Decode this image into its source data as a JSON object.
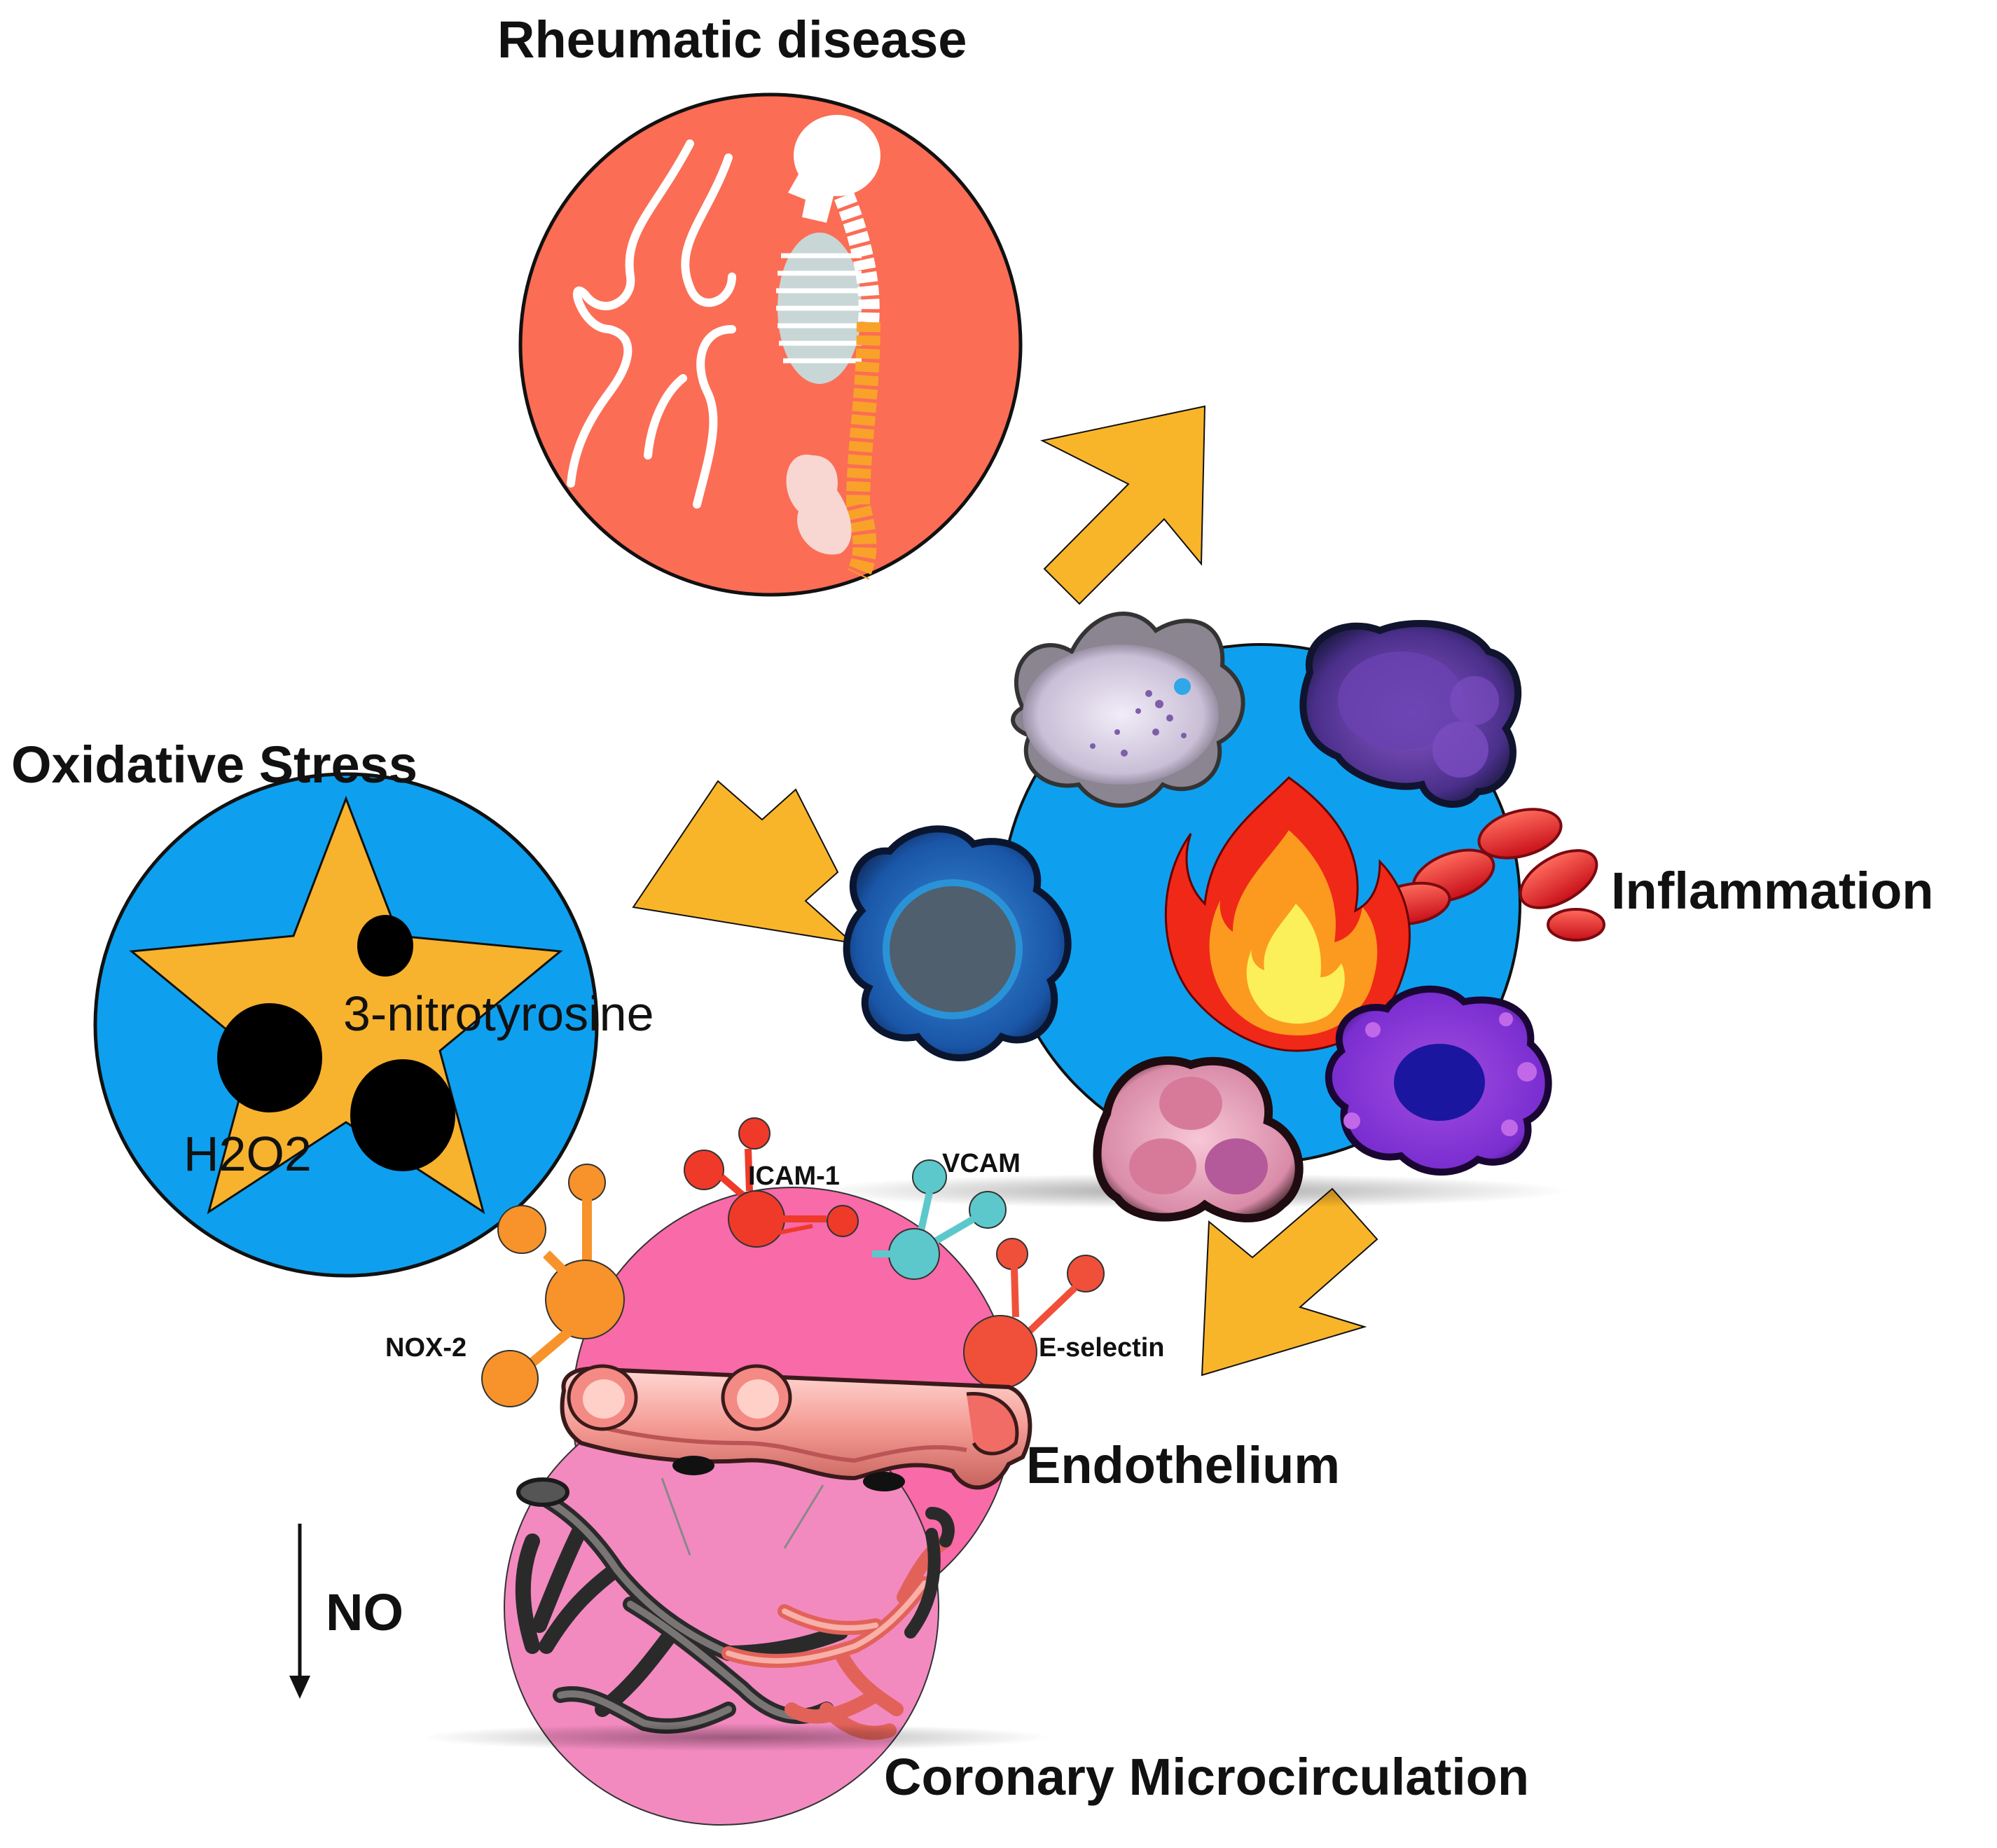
{
  "labels": {
    "rheumatic": "Rheumatic disease",
    "inflammation": "Inflammation",
    "oxidative": "Oxidative Stress",
    "nitrotyrosine": "3-nitrotyrosine",
    "h2o2": "H2O2",
    "icam": "ICAM-1",
    "vcam": "VCAM",
    "nox": "NOX-2",
    "eselectin": "E-selectin",
    "endothelium": "Endothelium",
    "no": "NO",
    "coronary": "Coronary Microcirculation"
  },
  "colors": {
    "rheumatic_circle": "#fb6d55",
    "blue_circle": "#0ea0ef",
    "star": "#f7b22e",
    "arrow": "#f9b52a",
    "pink_circle": "#f86aa8",
    "pink_circle_light": "#f28ac0",
    "nox": "#f7932a",
    "icam": "#ef3a2a",
    "vcam": "#5cc8cc",
    "eselectin": "#f0503a"
  },
  "icons": [
    "skeleton-joint-icon",
    "flame-icon",
    "white-blood-cell-icon",
    "red-blood-cell-icon",
    "blood-vessel-icon",
    "capillary-network-icon",
    "down-arrow-icon"
  ]
}
